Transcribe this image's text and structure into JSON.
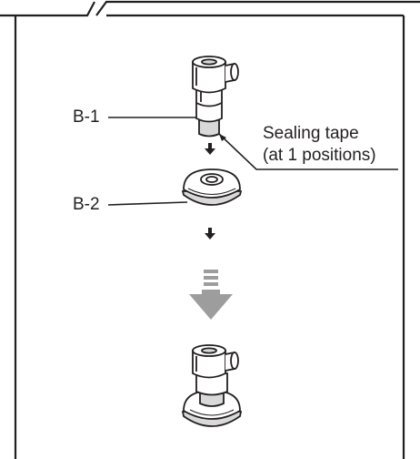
{
  "labels": {
    "b1": "B-1",
    "b2": "B-2",
    "sealing_tape_line1": "Sealing tape",
    "sealing_tape_line2": "(at 1 positions)"
  },
  "colors": {
    "line": "#231f20",
    "part_fill": "#ffffff",
    "part_shade": "#d9d9d9",
    "big_arrow": "#9d9d9d"
  },
  "icons": [
    "down-arrow-icon",
    "process-arrow-icon"
  ]
}
